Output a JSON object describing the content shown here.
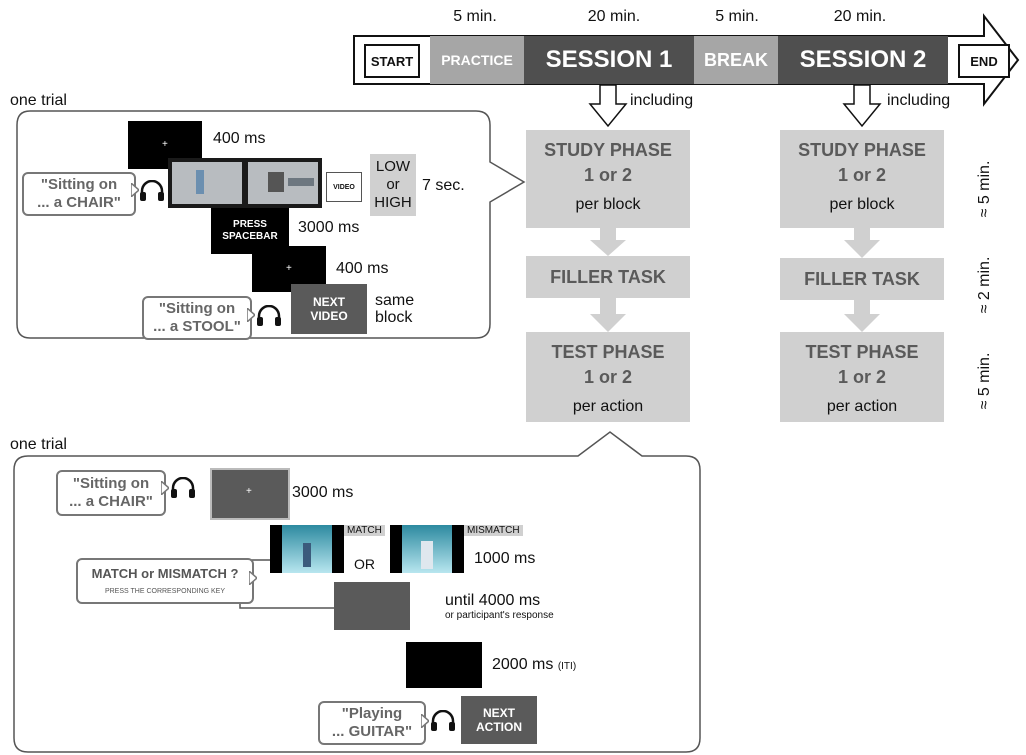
{
  "timeline": {
    "durations": [
      "5 min.",
      "20 min.",
      "5 min.",
      "20 min."
    ],
    "start": "START",
    "practice": "PRACTICE",
    "session1": "SESSION 1",
    "break": "BREAK",
    "session2": "SESSION 2",
    "end": "END",
    "including": "including"
  },
  "one_trial_label": "one trial",
  "study_trial": {
    "cue_400_1": "400 ms",
    "audio_1": "\"Sitting on\n... a CHAIR\"",
    "video_label": "VIDEO",
    "low_high": "LOW\nor\nHIGH",
    "seven_sec": "7 sec.",
    "press_spacebar": "PRESS\nSPACEBAR",
    "ms_3000": "3000 ms",
    "cue_400_2": "400 ms",
    "audio_2": "\"Sitting on\n... a STOOL\"",
    "next_video": "NEXT\nVIDEO",
    "same_block": "same\nblock"
  },
  "phases_left": {
    "study": {
      "title": "STUDY PHASE",
      "num": "1 or 2",
      "sub": "per block"
    },
    "filler": {
      "title": "FILLER TASK"
    },
    "test": {
      "title": "TEST PHASE",
      "num": "1 or 2",
      "sub": "per action"
    }
  },
  "phases_right": {
    "study": {
      "title": "STUDY PHASE",
      "num": "1 or 2",
      "sub": "per block"
    },
    "filler": {
      "title": "FILLER TASK"
    },
    "test": {
      "title": "TEST PHASE",
      "num": "1 or 2",
      "sub": "per action"
    }
  },
  "side_durations": [
    "≈ 5 min.",
    "≈ 2 min.",
    "≈ 5 min."
  ],
  "test_trial": {
    "audio_1": "\"Sitting on\n... a CHAIR\"",
    "ms_3000": "3000 ms",
    "match": "MATCH",
    "mismatch": "MISMATCH",
    "or": "OR",
    "ms_1000": "1000 ms",
    "question": "MATCH or MISMATCH ?",
    "question_sub": "PRESS THE CORRESPONDING KEY",
    "until": "until 4000 ms",
    "until_sub": "or participant's response",
    "ms_2000": "2000 ms",
    "iti": "(ITI)",
    "audio_2": "\"Playing\n... GUITAR\"",
    "next_action": "NEXT\nACTION"
  },
  "colors": {
    "dark": "#4f4f4f",
    "light_grey": "#d0d0d0",
    "practice_grey": "#a6a6a6"
  },
  "icons": [
    "headphones-icon",
    "video-icon",
    "arrow-down-icon"
  ]
}
